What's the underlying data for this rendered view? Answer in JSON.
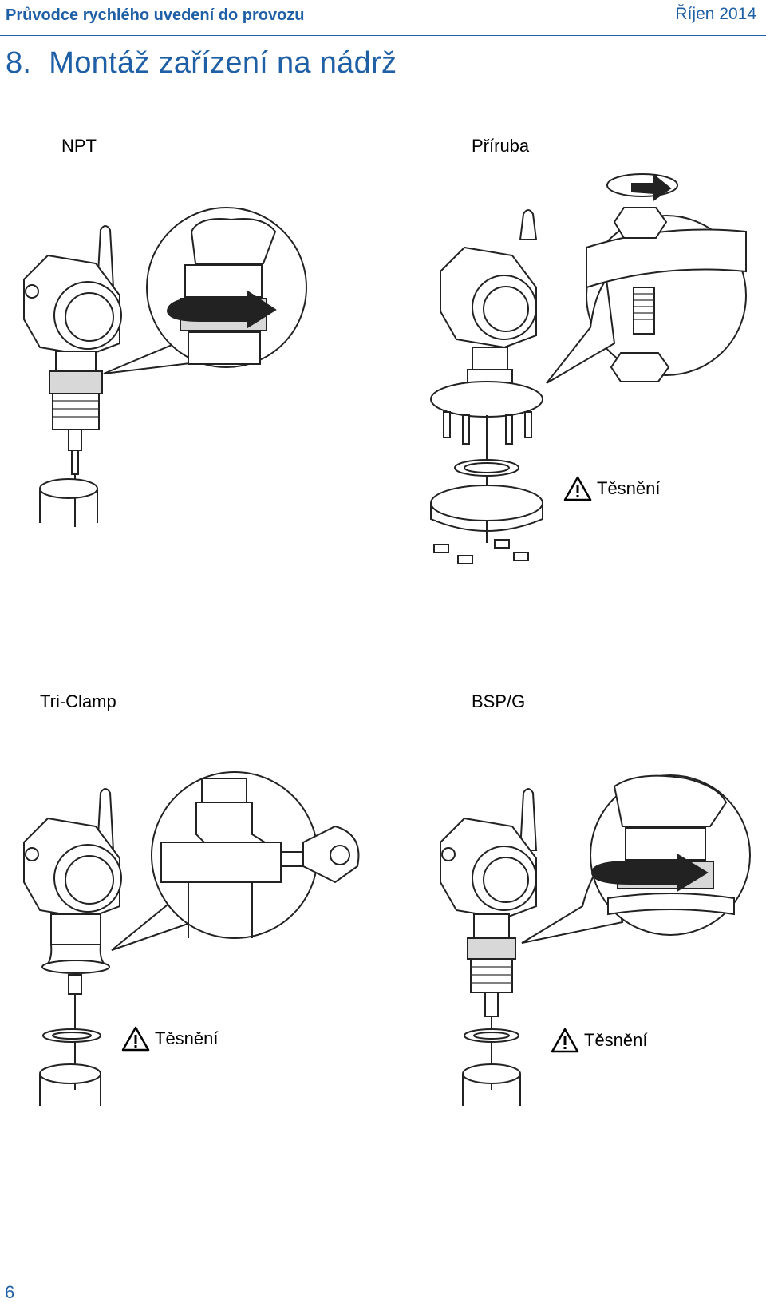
{
  "header": {
    "guide_title": "Průvodce rychlého uvedení do provozu",
    "date": "Říjen 2014"
  },
  "section": {
    "number": "8.",
    "title": "Montáž zařízení na nádrž"
  },
  "panels": {
    "npt": {
      "label": "NPT"
    },
    "flange": {
      "label": "Příruba",
      "warning": "Těsnění"
    },
    "triclamp": {
      "label": "Tri-Clamp",
      "warning": "Těsnění"
    },
    "bspg": {
      "label": "BSP/G",
      "warning": "Těsnění"
    }
  },
  "icons": [
    "warning-triangle-icon",
    "rotate-arrow-icon"
  ],
  "colors": {
    "accent": "#1f5fa6",
    "line": "#222222"
  },
  "footer": {
    "page_number": "6"
  }
}
